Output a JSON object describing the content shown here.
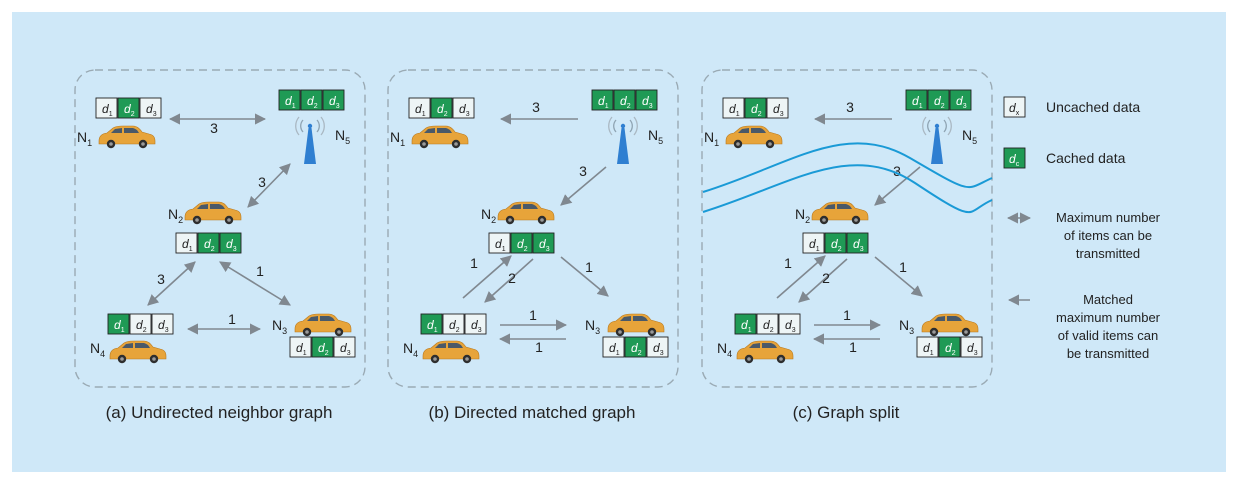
{
  "colors": {
    "background": "#cfe8f8",
    "panel_border": "#9aaab4",
    "cached": "#1f9a55",
    "uncached": "#eef5f6",
    "arrow": "#808890",
    "split_line": "#1a9ad6",
    "tower": "#2f7fd1",
    "car": "#e7a43a"
  },
  "panels": [
    {
      "caption": "(a) Undirected neighbor graph",
      "nodes": {
        "n1": "N",
        "n1_sub": "1",
        "n2": "N",
        "n2_sub": "2",
        "n3": "N",
        "n3_sub": "3",
        "n4": "N",
        "n4_sub": "4",
        "n5": "N",
        "n5_sub": "5"
      },
      "edge_labels": {
        "n1_n5": "3",
        "n2_n5": "3",
        "n2_n4": "3",
        "n2_n3": "1",
        "n4_n3": "1"
      }
    },
    {
      "caption": "(b) Directed matched graph",
      "nodes": {
        "n1": "N",
        "n1_sub": "1",
        "n2": "N",
        "n2_sub": "2",
        "n3": "N",
        "n3_sub": "3",
        "n4": "N",
        "n4_sub": "4",
        "n5": "N",
        "n5_sub": "5"
      },
      "edge_labels": {
        "n5_n1": "3",
        "n5_n2": "3",
        "n4_n2": "1",
        "n2_n4": "2",
        "n2_n3": "1",
        "n4_n3": "1",
        "n3_n4": "1"
      }
    },
    {
      "caption": "(c) Graph split",
      "nodes": {
        "n1": "N",
        "n1_sub": "1",
        "n2": "N",
        "n2_sub": "2",
        "n3": "N",
        "n3_sub": "3",
        "n4": "N",
        "n4_sub": "4",
        "n5": "N",
        "n5_sub": "5"
      },
      "edge_labels": {
        "n5_n1": "3",
        "n5_n2": "3",
        "n4_n2": "1",
        "n2_n4": "2",
        "n2_n3": "1",
        "n4_n3": "1",
        "n3_n4": "1"
      }
    }
  ],
  "data_cells": {
    "d": "d",
    "sub1": "1",
    "sub2": "2",
    "sub3": "3",
    "subx": "x",
    "subc": "c"
  },
  "legend": {
    "uncached": "Uncached data",
    "cached": "Cached data",
    "undirected_line1": "Maximum number",
    "undirected_line2": "of items can be",
    "undirected_line3": "transmitted",
    "directed_line1": "Matched",
    "directed_line2": "maximum number",
    "directed_line3": "of  valid items can",
    "directed_line4": "be transmitted"
  }
}
